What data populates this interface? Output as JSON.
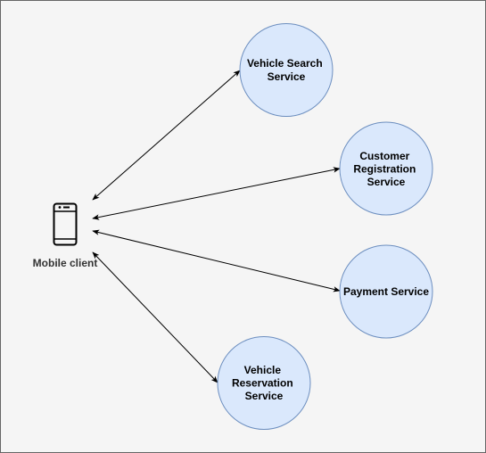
{
  "colors": {
    "background": "#f5f5f5",
    "border": "#666666",
    "node_fill": "#dae8fc",
    "node_stroke": "#6c8ebf",
    "edge": "#000000"
  },
  "client": {
    "icon": "mobile-phone-icon",
    "label": "Mobile client"
  },
  "services": {
    "search": {
      "lines": [
        "Vehicle Search",
        "Service"
      ]
    },
    "registration": {
      "lines": [
        "Customer",
        "Registration",
        "Service"
      ]
    },
    "payment": {
      "lines": [
        "Payment Service"
      ]
    },
    "reservation": {
      "lines": [
        "Vehicle",
        "Reservation",
        "Service"
      ]
    }
  },
  "edges": [
    {
      "from": "client",
      "to": "search",
      "direction": "both"
    },
    {
      "from": "client",
      "to": "registration",
      "direction": "both"
    },
    {
      "from": "client",
      "to": "payment",
      "direction": "both"
    },
    {
      "from": "client",
      "to": "reservation",
      "direction": "both"
    }
  ]
}
